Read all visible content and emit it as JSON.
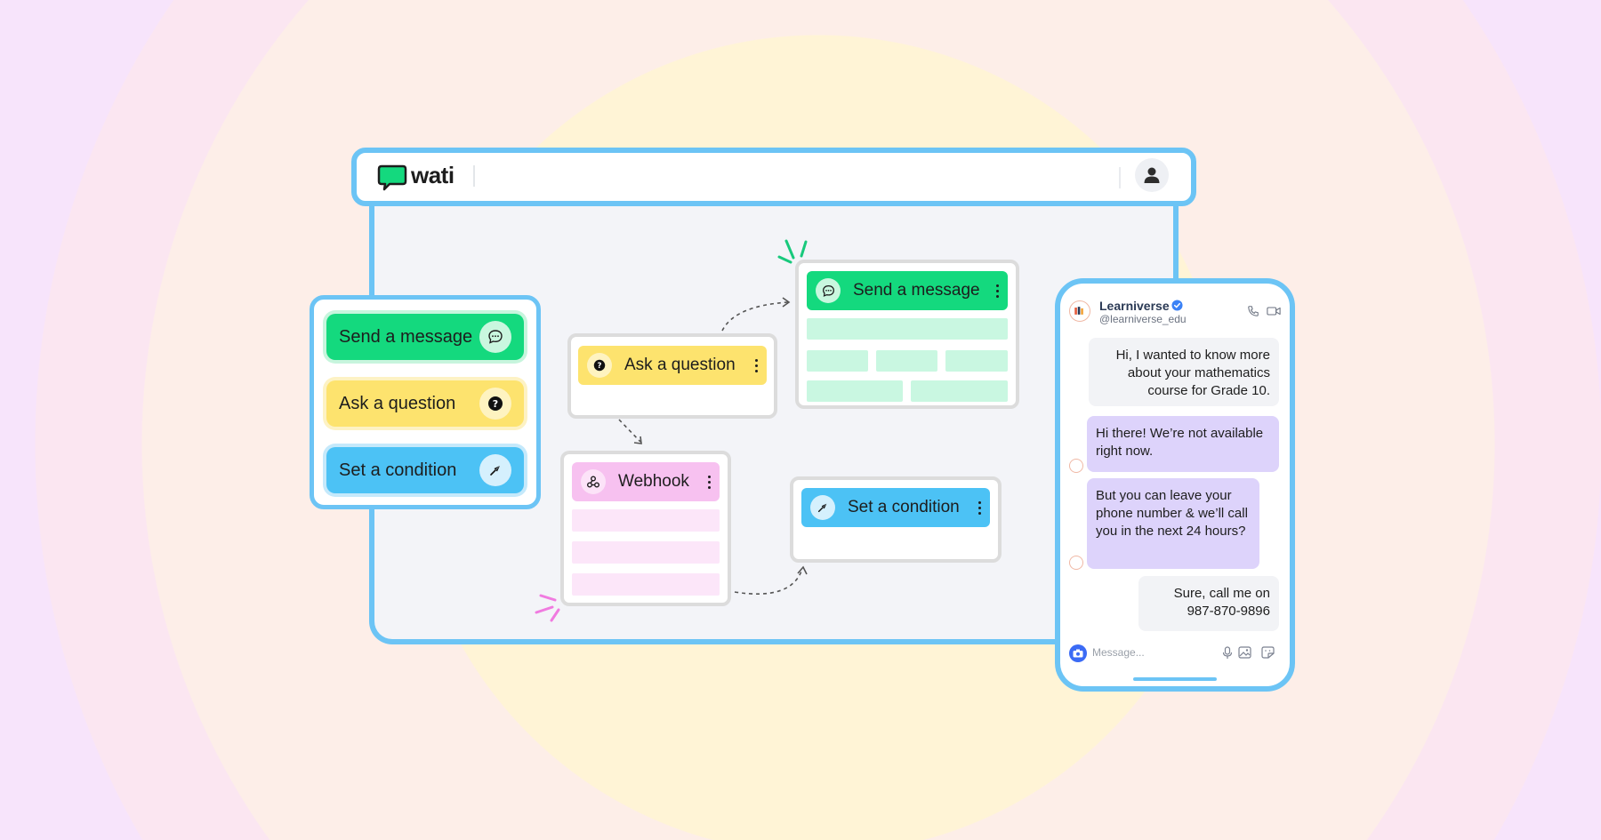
{
  "app": {
    "logo_text": "wati"
  },
  "palette": {
    "items": [
      {
        "label": "Send a message",
        "icon": "chat-bubble-icon"
      },
      {
        "label": "Ask a question",
        "icon": "question-circle-icon"
      },
      {
        "label": "Set a condition",
        "icon": "compass-arrow-icon"
      }
    ]
  },
  "flow": {
    "ask_question": {
      "label": "Ask a question"
    },
    "send_message": {
      "label": "Send a message"
    },
    "webhook": {
      "label": "Webhook"
    },
    "set_condition": {
      "label": "Set a condition"
    }
  },
  "phone": {
    "contact_name": "Learniverse",
    "contact_handle": "@learniverse_edu",
    "messages": [
      {
        "direction": "incoming",
        "text": "Hi, I wanted to know more about your mathematics course for Grade 10."
      },
      {
        "direction": "outgoing",
        "text": "Hi there! We’re not available right now."
      },
      {
        "direction": "outgoing",
        "text": "But you can leave your phone number & we’ll call you in the next 24 hours?"
      },
      {
        "direction": "incoming",
        "text": "Sure, call me on 987-870-9896"
      }
    ],
    "input_placeholder": "Message..."
  },
  "colors": {
    "accent_blue": "#6cc4f5",
    "send_green": "#14d97e",
    "ask_yellow": "#fde36e",
    "condition_blue": "#4cc2f5",
    "webhook_pink": "#f7c1f0",
    "outgoing_bubble": "#ddd3fb"
  }
}
